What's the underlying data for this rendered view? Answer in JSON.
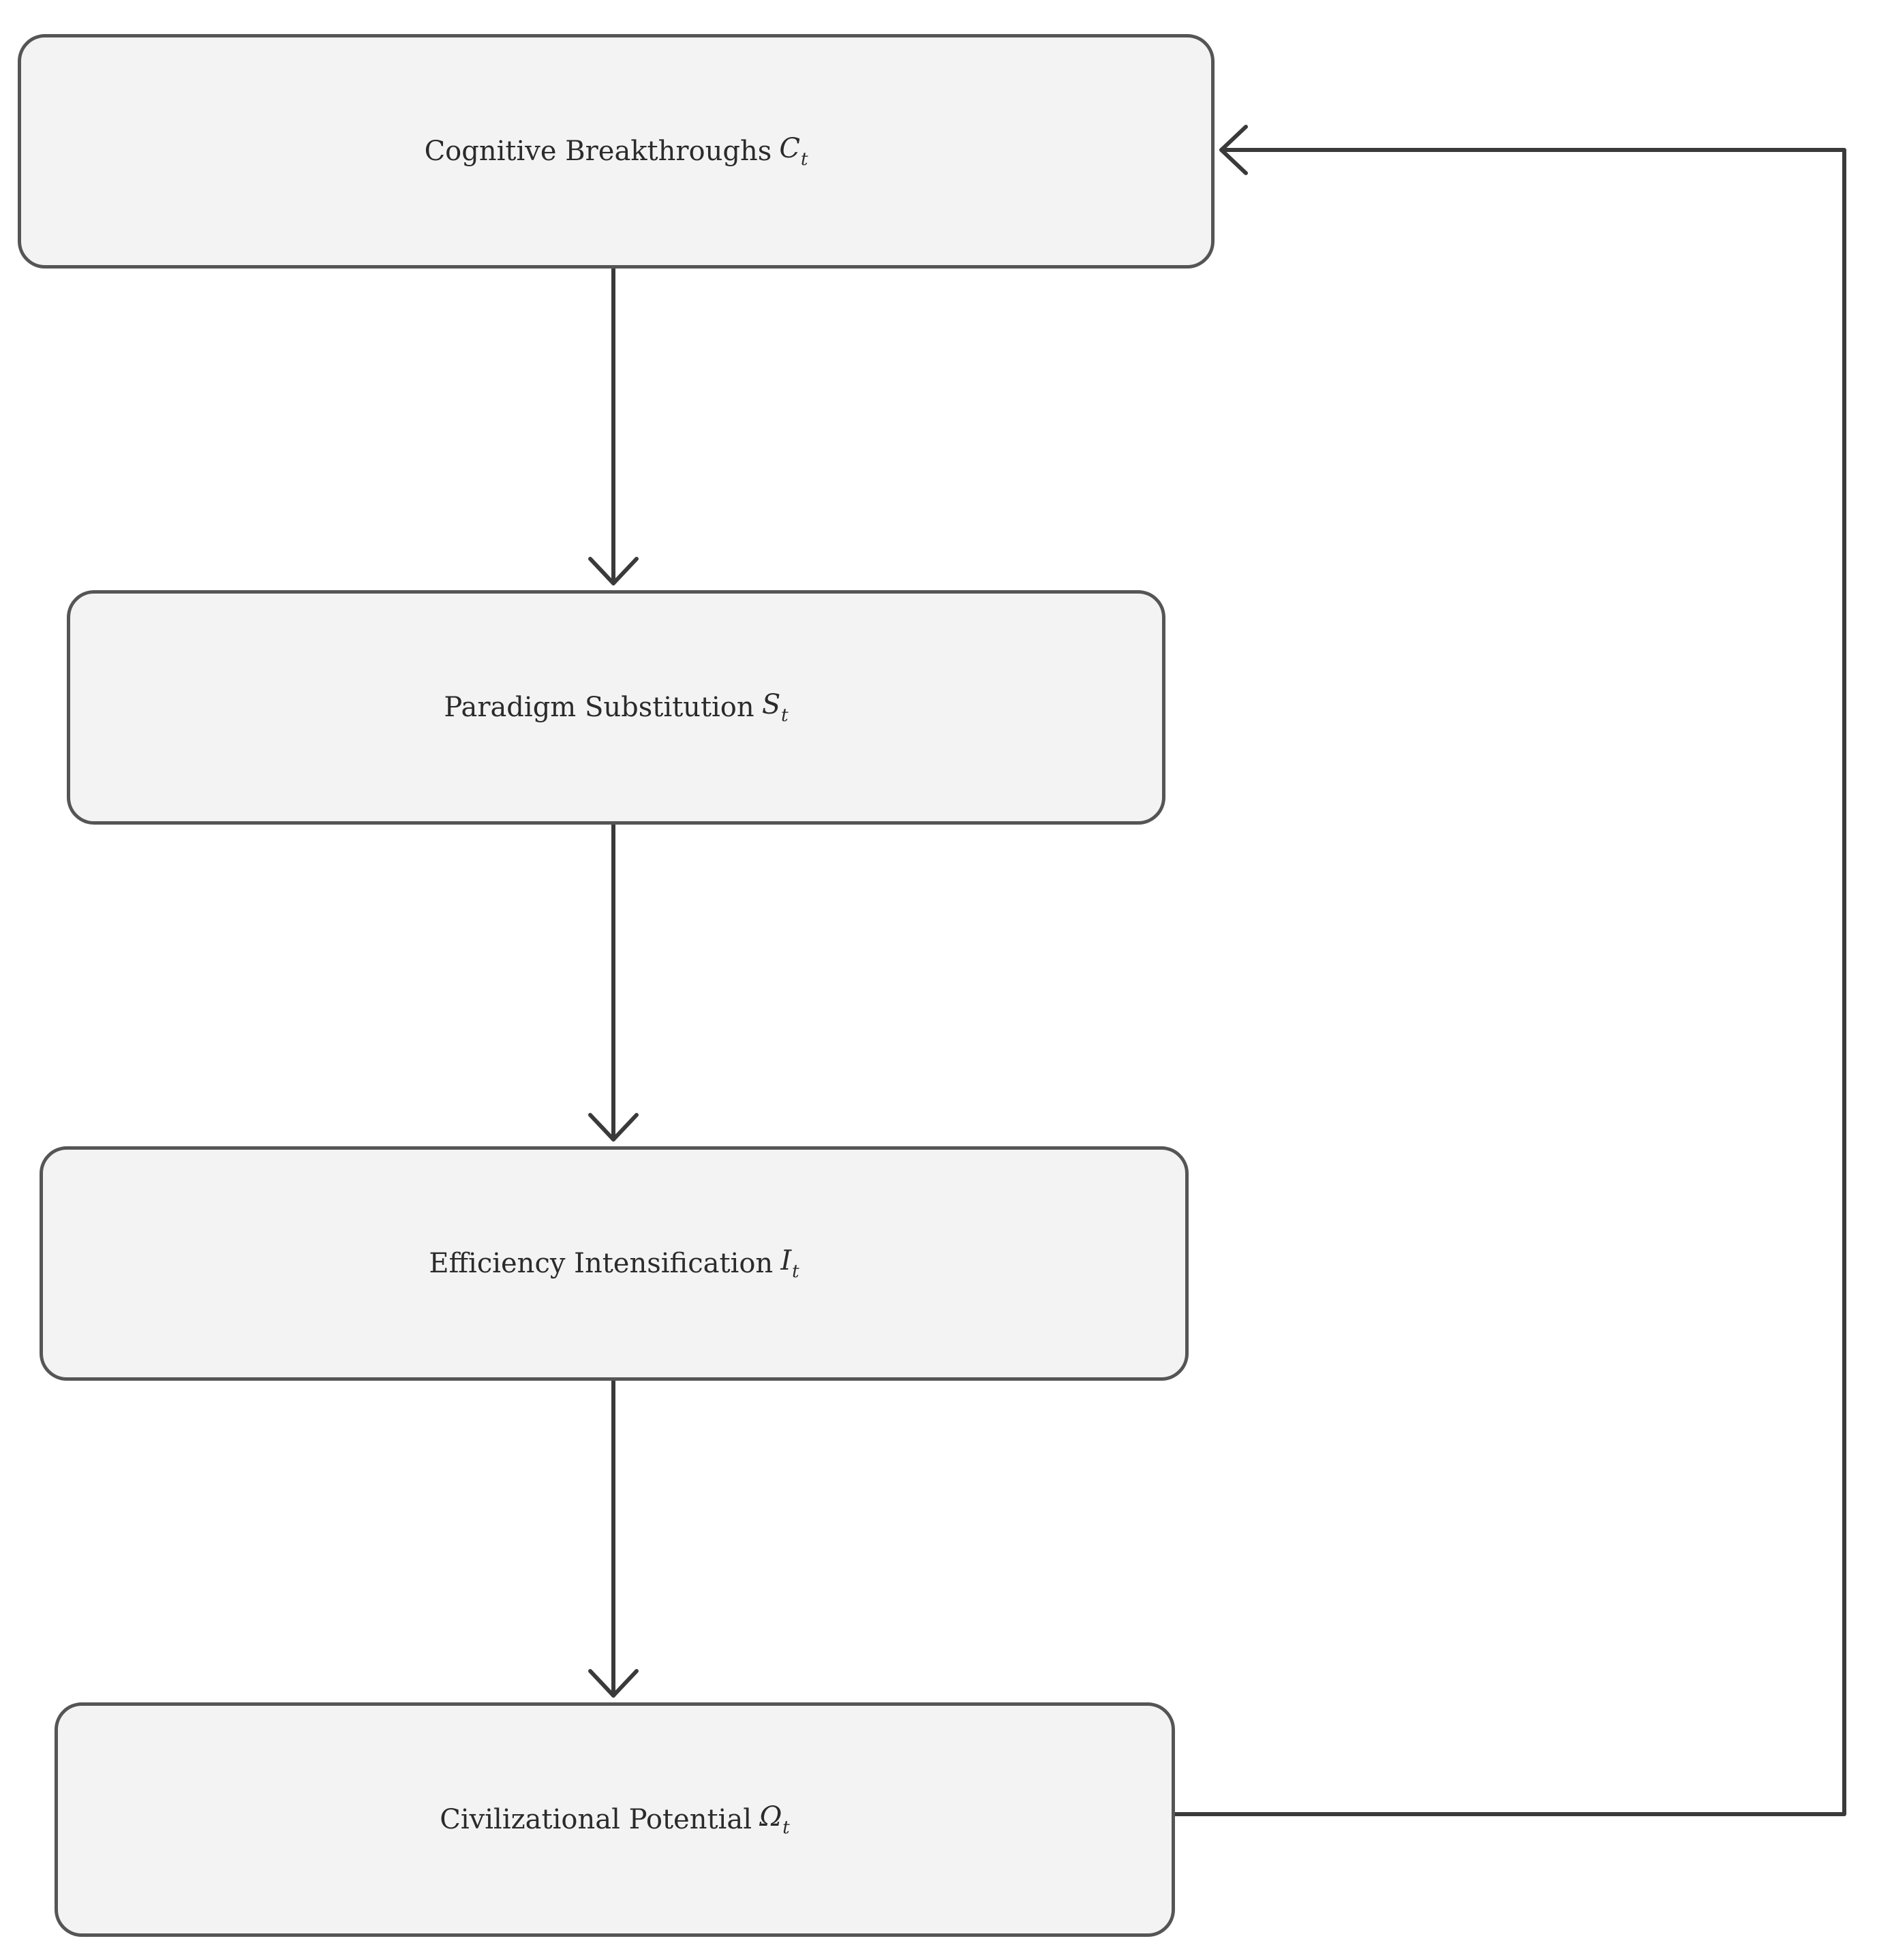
{
  "nodes": [
    {
      "label": "Cognitive Breakthroughs",
      "symbol": "C",
      "subscript": "t"
    },
    {
      "label": "Paradigm Substitution",
      "symbol": "S",
      "subscript": "t"
    },
    {
      "label": "Efficiency Intensification",
      "symbol": "I",
      "subscript": "t"
    },
    {
      "label": "Civilizational Potential",
      "symbol": "Ω",
      "subscript": "t"
    }
  ],
  "edges": [
    {
      "from": "Cognitive Breakthroughs",
      "to": "Paradigm Substitution"
    },
    {
      "from": "Paradigm Substitution",
      "to": "Efficiency Intensification"
    },
    {
      "from": "Efficiency Intensification",
      "to": "Civilizational Potential"
    },
    {
      "from": "Civilizational Potential",
      "to": "Cognitive Breakthroughs",
      "kind": "feedback"
    }
  ],
  "colors": {
    "node_fill": "#f3f3f3",
    "node_border": "#555555",
    "edge": "#3a3a3a",
    "text": "#2b2b2b"
  }
}
